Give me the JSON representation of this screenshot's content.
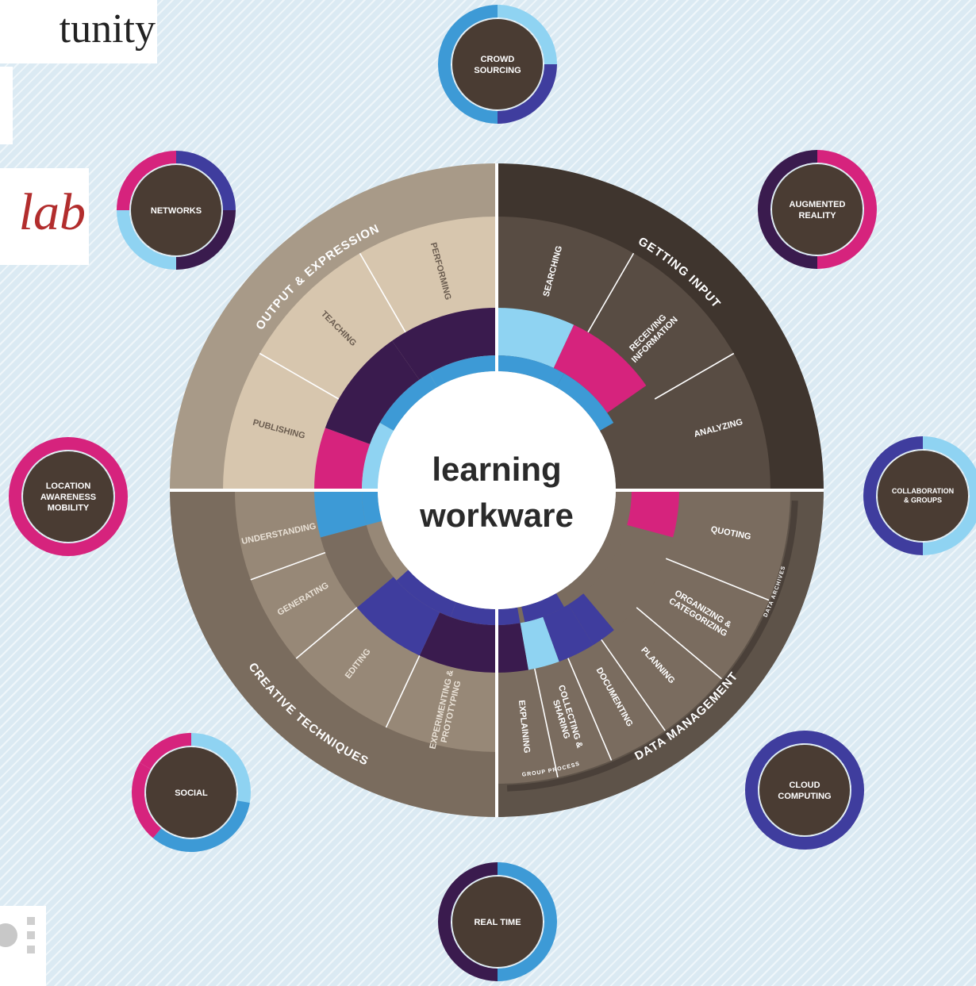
{
  "fragments": {
    "top_left_text": "tunity",
    "logo_text": "lab"
  },
  "center": {
    "line1": "learning",
    "line2": "workware"
  },
  "quadrants": {
    "output_expression": "OUTPUT & EXPRESSION",
    "getting_input": "GETTING INPUT",
    "creative_techniques": "CREATIVE TECHNIQUES",
    "data_management": "DATA MANAGEMENT",
    "data_sub_top": "DATA ARCHIVES",
    "group_process": "GROUP PROCESS"
  },
  "segments": {
    "performing": "PERFORMING",
    "teaching": "TEACHING",
    "publishing": "PUBLISHING",
    "searching": "SEARCHING",
    "receiving_information": "RECEIVING INFORMATION",
    "analyzing": "ANALYZING",
    "understanding": "UNDERSTANDING",
    "generating": "GENERATING",
    "editing": "EDITING",
    "experimenting": "EXPERIMENTING & PROTOTYPING",
    "quoting": "QUOTING",
    "organizing": "ORGANIZING & CATEGORIZING",
    "planning": "PLANNING",
    "documenting": "DOCUMENTING",
    "collecting": "COLLECTING & SHARING",
    "explaining": "EXPLAINING"
  },
  "satellites": {
    "crowd_sourcing": "CROWD SOURCING",
    "augmented_reality": "AUGMENTED REALITY",
    "collaboration_groups": "COLLABORATION & GROUPS",
    "cloud_computing": "CLOUD COMPUTING",
    "real_time": "REAL TIME",
    "social": "SOCIAL",
    "location": "LOCATION AWARENESS MOBILITY",
    "networks": "NETWORKS"
  },
  "colors": {
    "background": "#dbeaf3",
    "output_quadrant": "#a89a88",
    "output_segments": "#d7c6ae",
    "getting_input_quadrant": "#3f352e",
    "getting_input_segments": "#584c43",
    "creative_quadrant": "#7a6c5e",
    "creative_segments": "#978877",
    "data_quadrant": "#5e5349",
    "data_segments": "#7a6c5f",
    "satellite_core": "#4a3c33",
    "light_blue": "#8fd3f2",
    "mid_blue": "#3d9ad6",
    "indigo": "#3f3d9e",
    "dark_purple": "#3a1b4e",
    "magenta": "#d6237d"
  }
}
